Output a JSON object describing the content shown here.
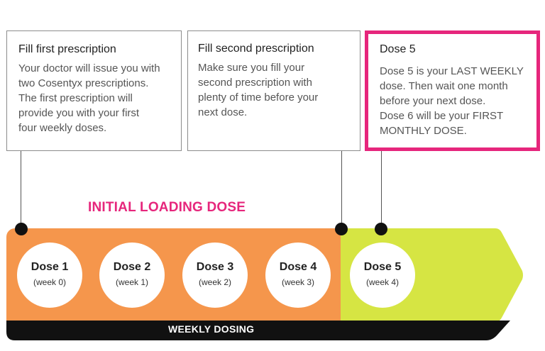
{
  "cards": [
    {
      "title": "Fill first prescription",
      "lines": [
        "Your doctor will issue you with",
        "two Cosentyx prescriptions.",
        "The first prescription will",
        "provide you with your first",
        "four weekly doses."
      ]
    },
    {
      "title": "Fill second prescription",
      "lines": [
        "Make sure you fill your",
        "second prescription with",
        "plenty of time before your",
        "next dose."
      ]
    },
    {
      "title": "Dose 5",
      "lines": [
        "Dose 5 is your LAST WEEKLY",
        "dose. Then wait one month",
        "before your next dose.",
        "Dose 6 will be your FIRST",
        "MONTHLY DOSE."
      ]
    }
  ],
  "loading_label": "INITIAL LOADING DOSE",
  "weekly_label": "WEEKLY DOSING",
  "doses": [
    {
      "name": "Dose 1",
      "week": "(week 0)"
    },
    {
      "name": "Dose 2",
      "week": "(week 1)"
    },
    {
      "name": "Dose 3",
      "week": "(week 2)"
    },
    {
      "name": "Dose 4",
      "week": "(week 3)"
    },
    {
      "name": "Dose 5",
      "week": "(week 4)"
    }
  ],
  "colors": {
    "orange": "#f5964c",
    "green": "#d6e543",
    "pink": "#e6267c",
    "black": "#111111"
  }
}
